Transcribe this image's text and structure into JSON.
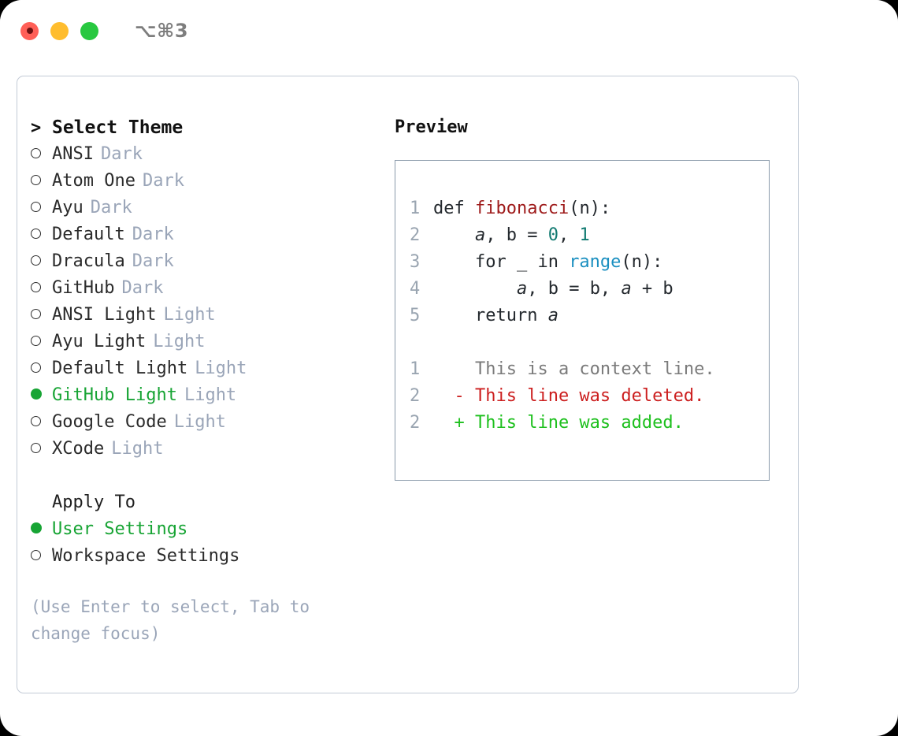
{
  "titlebar": {
    "shortcut": "⌥⌘3",
    "lights": [
      {
        "name": "close",
        "color": "#ff5f57"
      },
      {
        "name": "minimize",
        "color": "#ffbd2e"
      },
      {
        "name": "maximize",
        "color": "#28c840"
      }
    ]
  },
  "theme_list": {
    "header_marker": ">",
    "header": "Select Theme",
    "items": [
      {
        "marker": "○",
        "name": "ANSI",
        "tag": "Dark",
        "selected": false
      },
      {
        "marker": "○",
        "name": "Atom One",
        "tag": "Dark",
        "selected": false
      },
      {
        "marker": "○",
        "name": "Ayu",
        "tag": "Dark",
        "selected": false
      },
      {
        "marker": "○",
        "name": "Default",
        "tag": "Dark",
        "selected": false
      },
      {
        "marker": "○",
        "name": "Dracula",
        "tag": "Dark",
        "selected": false
      },
      {
        "marker": "○",
        "name": "GitHub",
        "tag": "Dark",
        "selected": false
      },
      {
        "marker": "○",
        "name": "ANSI Light",
        "tag": "Light",
        "selected": false
      },
      {
        "marker": "○",
        "name": "Ayu Light",
        "tag": "Light",
        "selected": false
      },
      {
        "marker": "○",
        "name": "Default Light",
        "tag": "Light",
        "selected": false
      },
      {
        "marker": "●",
        "name": "GitHub Light",
        "tag": "Light",
        "selected": true
      },
      {
        "marker": "○",
        "name": "Google Code",
        "tag": "Light",
        "selected": false
      },
      {
        "marker": "○",
        "name": "XCode",
        "tag": "Light",
        "selected": false
      }
    ]
  },
  "apply_to": {
    "title": "Apply To",
    "options": [
      {
        "marker": "●",
        "label": "User Settings",
        "selected": true
      },
      {
        "marker": "○",
        "label": "Workspace Settings",
        "selected": false
      }
    ]
  },
  "hint": "(Use Enter to select, Tab to change focus)",
  "preview": {
    "title": "Preview",
    "code_lines": [
      {
        "num": "1",
        "segments": [
          {
            "text": "def ",
            "kind": "plain"
          },
          {
            "text": "fibonacci",
            "kind": "fn"
          },
          {
            "text": "(n):",
            "kind": "plain"
          }
        ]
      },
      {
        "num": "2",
        "segments": [
          {
            "text": "    ",
            "kind": "plain"
          },
          {
            "text": "a",
            "kind": "var"
          },
          {
            "text": ", b = ",
            "kind": "plain"
          },
          {
            "text": "0",
            "kind": "num"
          },
          {
            "text": ", ",
            "kind": "plain"
          },
          {
            "text": "1",
            "kind": "num"
          }
        ]
      },
      {
        "num": "3",
        "segments": [
          {
            "text": "    for _ in ",
            "kind": "plain"
          },
          {
            "text": "range",
            "kind": "call"
          },
          {
            "text": "(n):",
            "kind": "plain"
          }
        ]
      },
      {
        "num": "4",
        "segments": [
          {
            "text": "        ",
            "kind": "plain"
          },
          {
            "text": "a",
            "kind": "var"
          },
          {
            "text": ", b = b, ",
            "kind": "plain"
          },
          {
            "text": "a",
            "kind": "var"
          },
          {
            "text": " + b",
            "kind": "plain"
          }
        ]
      },
      {
        "num": "5",
        "segments": [
          {
            "text": "    return ",
            "kind": "plain"
          },
          {
            "text": "a",
            "kind": "var"
          }
        ]
      }
    ],
    "diff_lines": [
      {
        "num": "1",
        "sign": " ",
        "text": "This is a context line.",
        "kind": "ctx"
      },
      {
        "num": "2",
        "sign": "-",
        "text": "This line was deleted.",
        "kind": "del"
      },
      {
        "num": "2",
        "sign": "+",
        "text": "This line was added.",
        "kind": "add"
      }
    ]
  },
  "colors": {
    "accent_green": "#17a434",
    "tag_gray": "#9aa5b8",
    "diff_delete": "#cc1f1f",
    "diff_add": "#1ec01e",
    "fn_red": "#9e1a1a",
    "num_teal": "#117a71",
    "call_blue": "#1a8fc0",
    "border": "#c3cbd6"
  }
}
